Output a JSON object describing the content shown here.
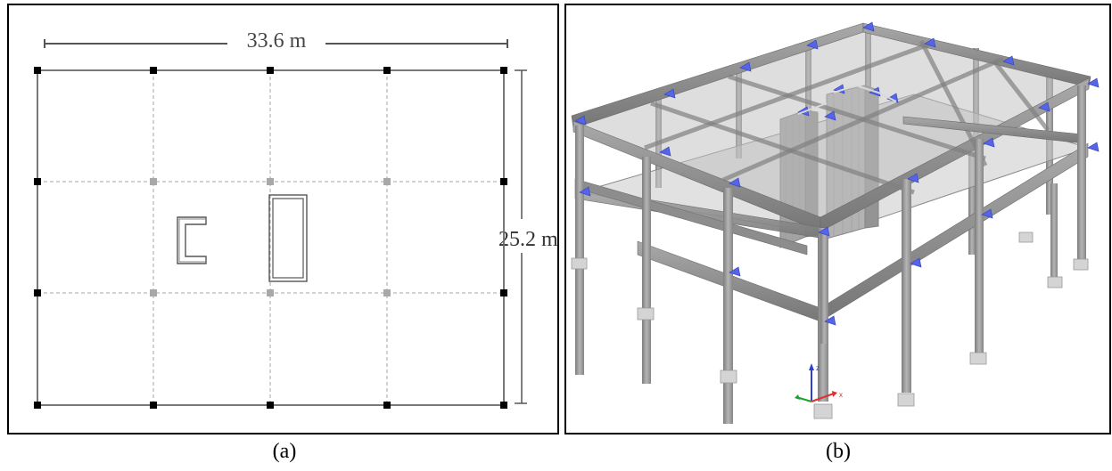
{
  "panel_a": {
    "width_label": "33.6 m",
    "height_label": "25.2 m",
    "caption": "(a)"
  },
  "panel_b": {
    "caption": "(b)",
    "axis_z": "z",
    "axis_x": "x",
    "support_color": "#5060e0"
  },
  "colors": {
    "frame": "#8a8a8a",
    "frame_dark": "#5c5c5c",
    "slab": "#b9b9b9",
    "node": "#000000",
    "grid_dash": "#a0a0a0"
  }
}
